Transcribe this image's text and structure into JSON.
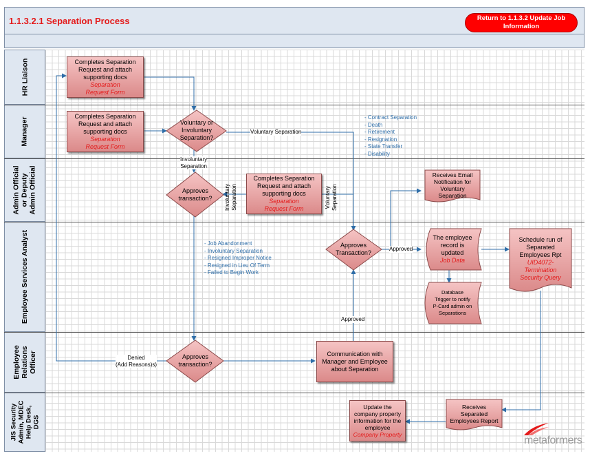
{
  "header": {
    "title": "1.1.3.2.1 Separation Process",
    "return_button": "Return to 1.1.3.2 Update Job Information"
  },
  "lanes": [
    {
      "label": "HR Liaison"
    },
    {
      "label": "Manager"
    },
    {
      "label": "Admin Official\nor Deputy\nAdmin Official"
    },
    {
      "label": "Employee Services Analyst"
    },
    {
      "label": "Employee\nRelations\nOfficer"
    },
    {
      "label": "JIS Security\nAdmin, MDEC\nHelp Desk,\nDGS"
    }
  ],
  "shapes": {
    "hr_task": {
      "text": "Completes Separation\nRequest and attach\nsupporting docs",
      "form": "Separation\nRequest Form"
    },
    "mgr_task": {
      "text": "Completes Separation\nRequest and attach\nsupporting docs",
      "form": "Separation\nRequest Form"
    },
    "mgr_decision": {
      "text": "Voluntary or\nInvoluntary\nSeparation?"
    },
    "admin_decision": {
      "text": "Approves\ntransaction?"
    },
    "admin_task": {
      "text": "Completes Separation\nRequest and attach\nsupporting docs",
      "form": "Separation\nRequest Form"
    },
    "email_doc": {
      "text": "Receives Email\nNotification for\nVoluntary\nSeparation"
    },
    "esa_decision": {
      "text": "Approves\nTransaction?"
    },
    "record_updated": {
      "text": "The employee\nrecord is\nupdated",
      "form": "Job Data"
    },
    "db_trigger": {
      "text": "Database\nTrigger to notify\nP-Card admin on\nSeparations"
    },
    "schedule_doc": {
      "text": "Schedule run of\nSeparated\nEmployees Rpt",
      "form": "UID4072-\nTermination\nSecurity Query"
    },
    "ero_decision": {
      "text": "Approves\ntransaction?"
    },
    "ero_task": {
      "text": "Communication with\nManager and Employee\nabout Separation"
    },
    "receives_report": {
      "text": "Receives\nSeparated\nEmployees Report"
    },
    "update_property": {
      "text": "Update the\ncompany property\ninformation for the\nemployee",
      "form": "Company Property"
    }
  },
  "labels": {
    "voluntary_separation": "Voluntary Separation",
    "involuntary_separation": "Involuntary\nSeparation",
    "involuntary_vertical": "Involuntary\nSeparation",
    "voluntary_vertical": "Voluntary\nSeparation",
    "approved_1": "Approved",
    "approved_2": "Approved",
    "denied": "Denied\n(Add Reasons)s)"
  },
  "voluntary_list": "- Contract Separation\n- Death\n- Retirement\n- Resignation\n- State Transfer\n- Disability",
  "involuntary_list": "- Job Abandonment\n- Involuntary Separation\n- Resigned Improper Notice\n- Resigned in Lieu Of Term\n- Failed to Begin Work",
  "logo": "metaformers",
  "colors": {
    "accent": "#e41a1a",
    "shape_fill": "#e9a9a9",
    "lane_header": "#dfe7f1",
    "connector": "#2f6ea8"
  }
}
